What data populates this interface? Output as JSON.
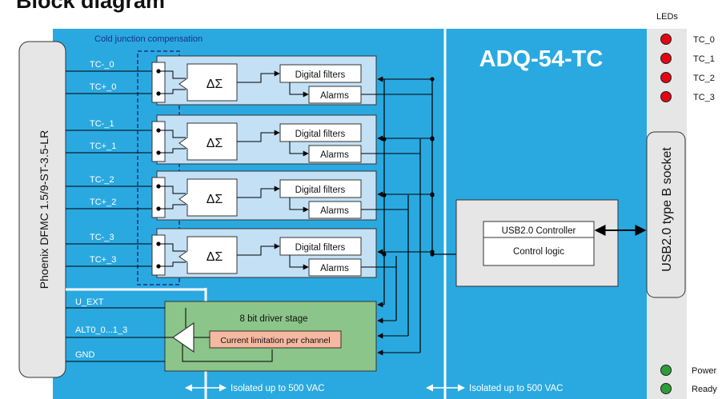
{
  "title": "Block diagram",
  "product": "ADQ-54-TC",
  "cjc_label": "Cold junction compensation",
  "connector_label": "Phoenix DFMC 1.5/9-ST-3.5-LR",
  "usb_socket_label": "USB2.0 type B socket",
  "leds_heading": "LEDs",
  "leds": [
    "TC_0",
    "TC_1",
    "TC_2",
    "TC_3"
  ],
  "status_leds": [
    "Power",
    "Ready"
  ],
  "channels": [
    {
      "neg": "TC-_0",
      "pos": "TC+_0",
      "adc": "ΔΣ",
      "filters": "Digital filters",
      "alarms": "Alarms"
    },
    {
      "neg": "TC-_1",
      "pos": "TC+_1",
      "adc": "ΔΣ",
      "filters": "Digital filters",
      "alarms": "Alarms"
    },
    {
      "neg": "TC-_2",
      "pos": "TC+_2",
      "adc": "ΔΣ",
      "filters": "Digital filters",
      "alarms": "Alarms"
    },
    {
      "neg": "TC-_3",
      "pos": "TC+_3",
      "adc": "ΔΣ",
      "filters": "Digital filters",
      "alarms": "Alarms"
    }
  ],
  "controller": {
    "title": "USB2.0 Controller",
    "subtitle": "Control logic"
  },
  "driver": {
    "title": "8 bit driver stage",
    "limit": "Current limitation per channel"
  },
  "io_signals": [
    "U_EXT",
    "ALT0_0...1_3",
    "GND"
  ],
  "isolation_label": "Isolated up to 500 VAC",
  "colors": {
    "board": "#2aa9e0",
    "channel_box": "#c3e0f5",
    "driver_box": "#8cc58a",
    "limit_box": "#f5b8a0",
    "led_red": "#e30613",
    "led_green": "#2e9d38"
  }
}
